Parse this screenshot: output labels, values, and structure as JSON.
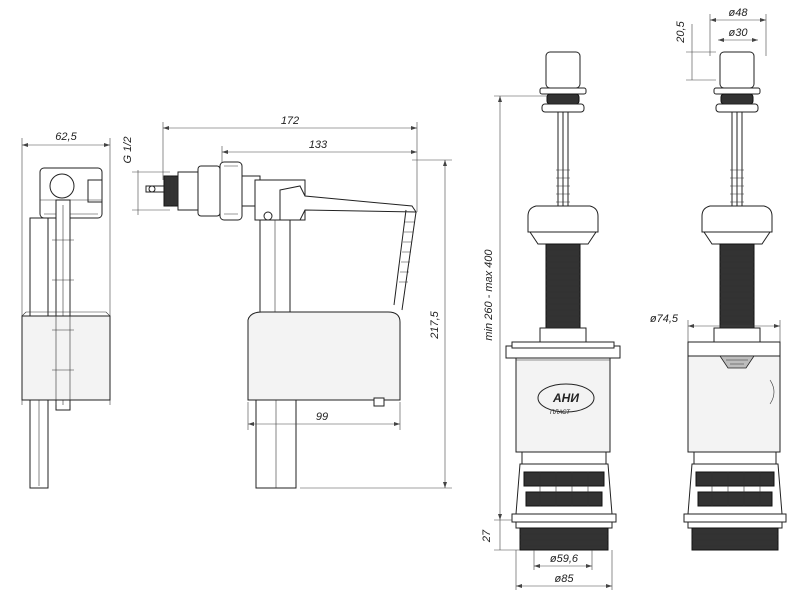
{
  "dimensions": {
    "side_width": "62,5",
    "thread": "G 1/2",
    "total_length": "172",
    "arm_length": "133",
    "height": "217,5",
    "float_width": "99",
    "valve_height": "min 260 - max 400",
    "tank_width": "99",
    "base_height": "27",
    "outer_diameter": "ø85",
    "thread_diameter": "ø59,6",
    "button_diameter": "ø48",
    "inner_diameter": "ø30",
    "button_height": "20,5",
    "float_diameter": "ø74,5"
  },
  "logo": {
    "text": "АНИ",
    "subtext": "ПЛАСТ"
  }
}
